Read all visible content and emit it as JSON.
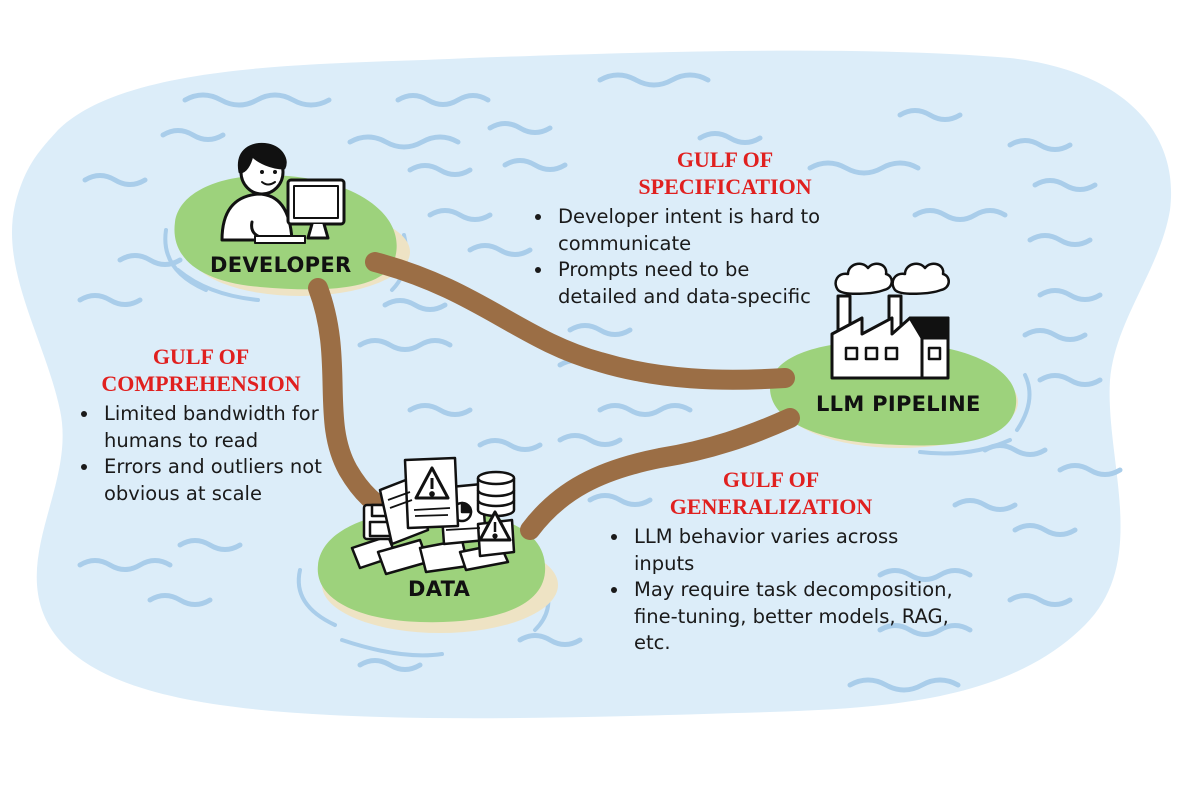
{
  "nodes": {
    "developer": "DEVELOPER",
    "llm_pipeline": "LLM PIPELINE",
    "data": "DATA"
  },
  "gulfs": {
    "specification": {
      "title_line1": "GULF OF",
      "title_line2": "SPECIFICATION",
      "bullets": [
        "Developer intent is hard to communicate",
        "Prompts need to be detailed and data-specific"
      ]
    },
    "comprehension": {
      "title_line1": "GULF OF",
      "title_line2": "COMPREHENSION",
      "bullets": [
        "Limited bandwidth for humans to read",
        "Errors and outliers not obvious at scale"
      ]
    },
    "generalization": {
      "title_line1": "GULF OF",
      "title_line2": "GENERALIZATION",
      "bullets": [
        "LLM behavior varies across inputs",
        "May require task decomposition, fine-tuning, better models, RAG, etc."
      ]
    }
  },
  "colors": {
    "water": "#dcedf9",
    "wave": "#a9cdea",
    "island": "#9dd27c",
    "island_shadow": "#eee3c4",
    "path": "#9b6e45",
    "gulf_title": "#e0201f"
  }
}
